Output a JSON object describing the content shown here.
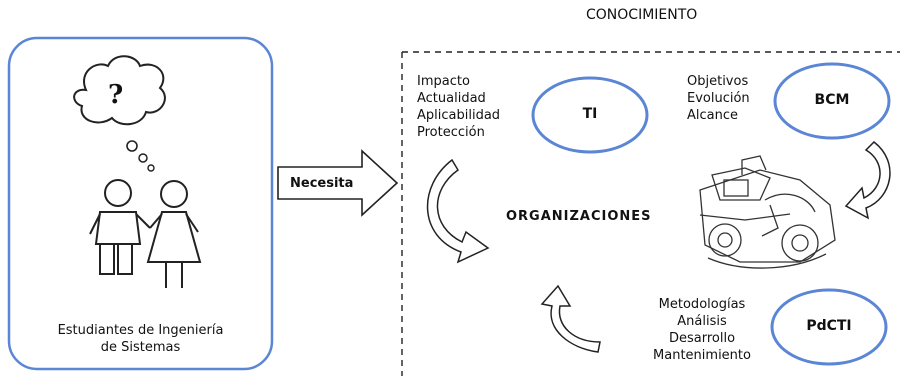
{
  "title": "CONOCIMIENTO",
  "students": {
    "question_mark": "?",
    "caption_line1": "Estudiantes de Ingeniería",
    "caption_line2": "de Sistemas"
  },
  "arrow": {
    "label": "Necesita"
  },
  "center_label": "ORGANIZACIONES",
  "ti": {
    "label": "TI",
    "items": [
      "Impacto",
      "Actualidad",
      "Aplicabilidad",
      "Protección"
    ]
  },
  "bcm": {
    "label": "BCM",
    "items": [
      "Objetivos",
      "Evolución",
      "Alcance"
    ]
  },
  "pdcti": {
    "label": "PdCTI",
    "items": [
      "Metodologías",
      "Análisis",
      "Desarrollo",
      "Mantenimiento"
    ]
  },
  "colors": {
    "ellipse_border": "#5b86d6",
    "dashed_border": "#222222"
  }
}
